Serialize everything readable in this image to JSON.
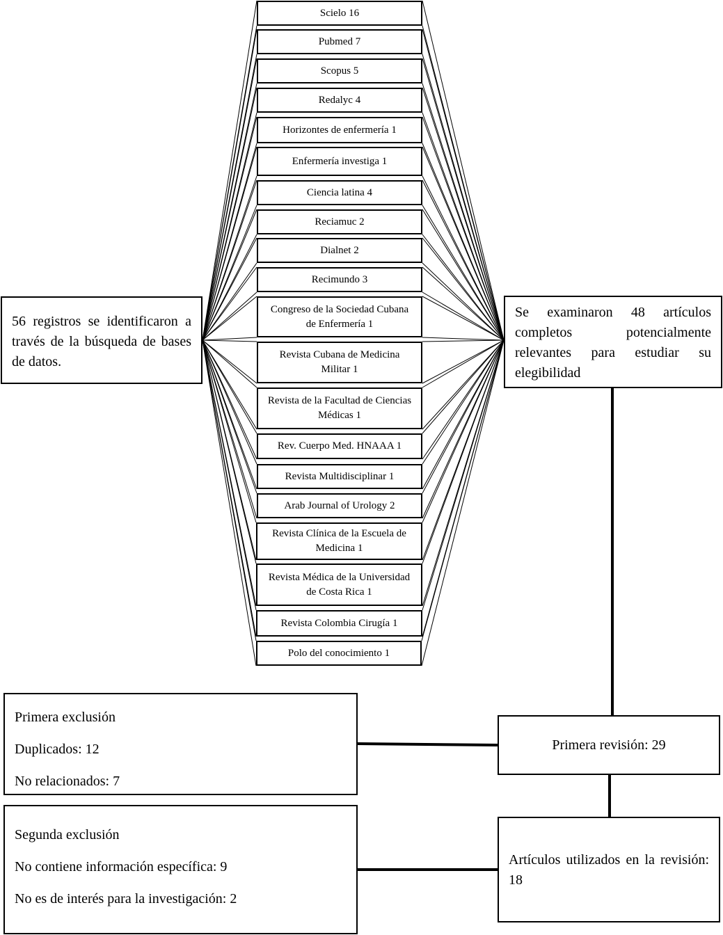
{
  "identified": "56 registros se identificaron a través de la búsqueda de bases de datos.",
  "sources": [
    "Scielo 16",
    "Pubmed 7",
    "Scopus 5",
    "Redalyc 4",
    "Horizontes de enfermería 1",
    "Enfermería investiga 1",
    "Ciencia latina 4",
    "Reciamuc 2",
    "Dialnet 2",
    "Recimundo 3",
    "Congreso de la Sociedad Cubana de Enfermería 1",
    "Revista Cubana de Medicina Militar 1",
    "Revista de la Facultad de Ciencias Médicas 1",
    "Rev. Cuerpo Med. HNAAA  1",
    "Revista Multidisciplinar 1",
    "Arab Journal of Urology 2",
    "Revista Clínica de la Escuela de Medicina 1",
    "Revista Médica de la Universidad de Costa Rica 1",
    "Revista Colombia Cirugía 1",
    "Polo del conocimiento 1"
  ],
  "examined": "Se examinaron 48 artículos completos potencialmente relevantes para estudiar su elegibilidad",
  "first_review": "Primera revisión: 29",
  "first_exclusion": {
    "title": "Primera exclusión",
    "duplicates": "Duplicados: 12",
    "unrelated": "No relacionados: 7"
  },
  "used": "Artículos utilizados en la revisión: 18",
  "second_exclusion": {
    "title": "Segunda exclusión",
    "no_specific_info": "No contiene información específica: 9",
    "not_of_interest": "No es de interés para la investigación: 2"
  }
}
